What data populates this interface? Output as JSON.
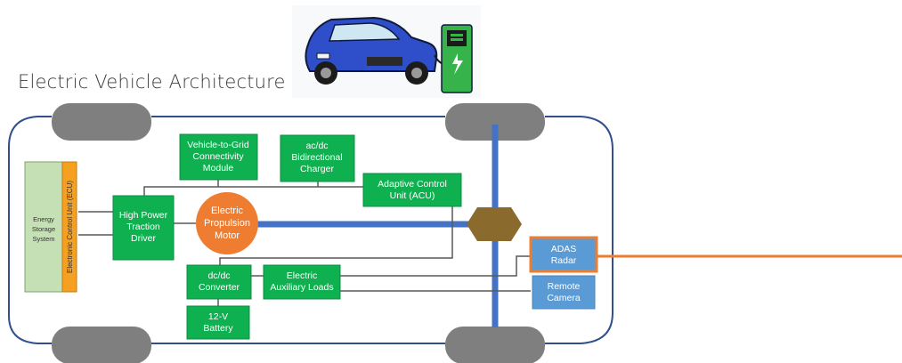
{
  "title": "Electric Vehicle Architecture",
  "colors": {
    "block_green": "#0fb050",
    "block_green_border": "#0c8c40",
    "ess_fill": "#c5e0b4",
    "ess_border": "#7fa36a",
    "ecu_fill": "#f5a020",
    "motor_fill": "#ee7d31",
    "axle_blue": "#4472c4",
    "wheel_fill": "#7f7f7f",
    "body_outline": "#2f4f8f",
    "wire": "#595959",
    "hub_fill": "#8b6a2e",
    "sensor_fill": "#5b9bd5",
    "highlight": "#ed7d31"
  },
  "icons": {
    "car": "car-icon",
    "charger": "charging-station-icon"
  },
  "blocks": {
    "ess": [
      "Energy",
      "Storage",
      "System"
    ],
    "ecu": "Electronic Control Unit (ECU)",
    "traction_driver": [
      "High Power",
      "Traction",
      "Driver"
    ],
    "motor": [
      "Electric",
      "Propulsion",
      "Motor"
    ],
    "v2g": [
      "Vehicle-to-Grid",
      "Connectivity",
      "Module"
    ],
    "charger": [
      "ac/dc",
      "Bidirectional",
      "Charger"
    ],
    "acu": [
      "Adaptive Control",
      "Unit (ACU)"
    ],
    "dcdc": [
      "dc/dc",
      "Converter"
    ],
    "aux_loads": [
      "Electric",
      "Auxiliary Loads"
    ],
    "battery_12v": [
      "12-V",
      "Battery"
    ],
    "adas_radar": [
      "ADAS",
      "Radar"
    ],
    "remote_camera": [
      "Remote",
      "Camera"
    ]
  }
}
